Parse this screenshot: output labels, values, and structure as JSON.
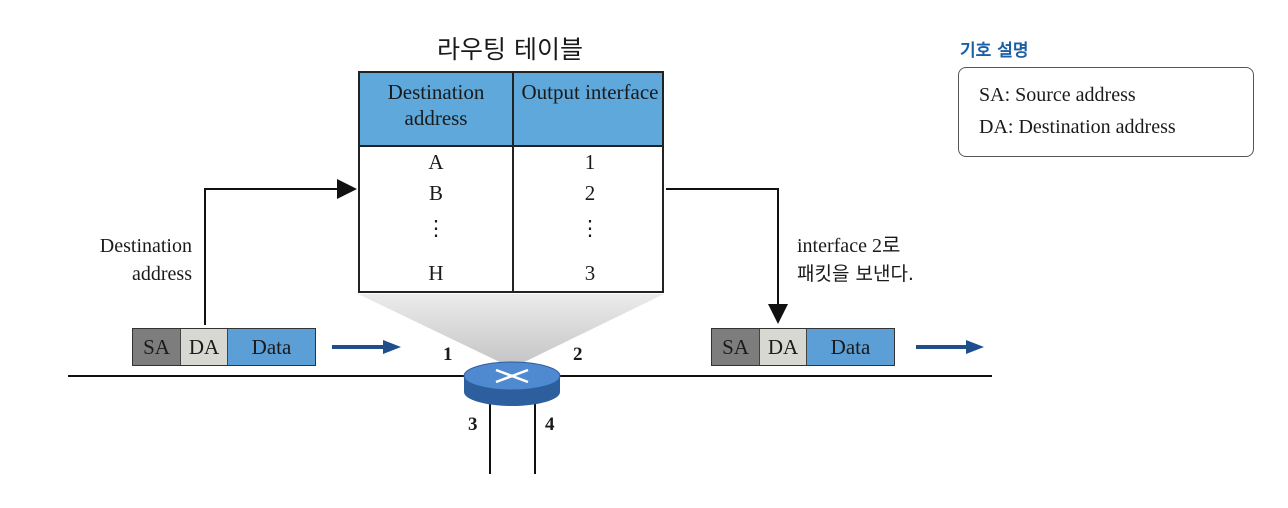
{
  "routing_table": {
    "title": "라우팅 테이블",
    "headers": {
      "destination": "Destination address",
      "output": "Output interface"
    },
    "rows": [
      {
        "destination": "A",
        "output": "1"
      },
      {
        "destination": "B",
        "output": "2"
      },
      {
        "destination": "⋮",
        "output": "⋮"
      },
      {
        "destination": "H",
        "output": "3"
      }
    ]
  },
  "legend": {
    "title": "기호 설명",
    "items": [
      "SA: Source address",
      "DA: Destination address"
    ]
  },
  "incoming_packet": {
    "sa": "SA",
    "da": "DA",
    "data": "Data"
  },
  "outgoing_packet": {
    "sa": "SA",
    "da": "DA",
    "data": "Data"
  },
  "labels": {
    "destination_address_line1": "Destination",
    "destination_address_line2": "address",
    "send_note_line1": "interface 2로",
    "send_note_line2": "패킷을 보낸다."
  },
  "ports": {
    "p1": "1",
    "p2": "2",
    "p3": "3",
    "p4": "4"
  },
  "colors": {
    "table_header": "#5ea8dc",
    "data_field": "#5b9fd6",
    "sa_field": "#7d7d7d",
    "da_field": "#d8d8d2",
    "arrow": "#1f4e8c",
    "router": "#3a72b8",
    "legend_title": "#1b5fa5"
  }
}
